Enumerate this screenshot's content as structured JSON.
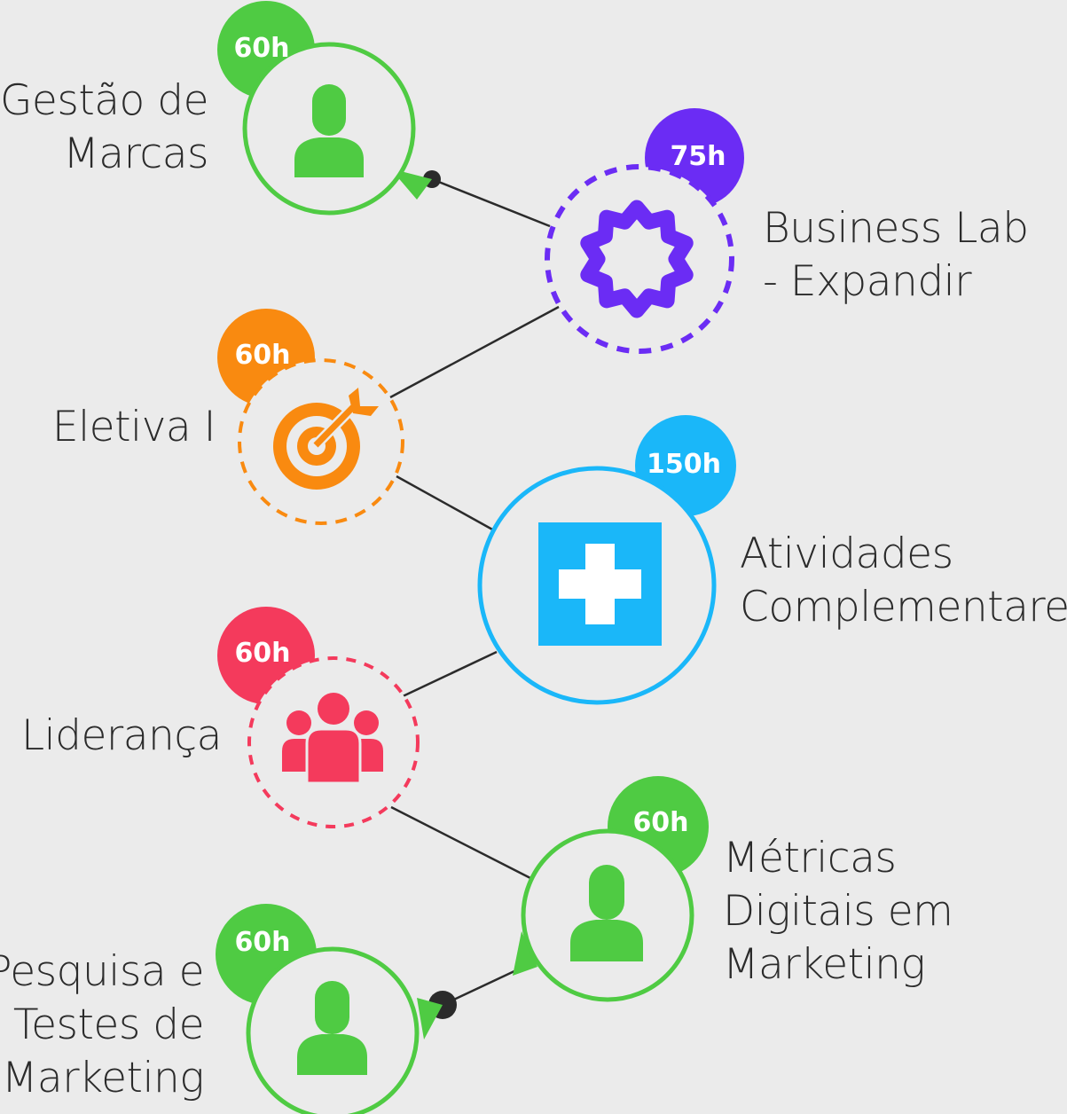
{
  "nodes": [
    {
      "id": "gestao-de-marcas",
      "label_lines": [
        "Gestão de",
        "Marcas"
      ],
      "hours": "60h",
      "color": "#4fcb43",
      "icon": "person-icon"
    },
    {
      "id": "business-lab",
      "label_lines": [
        "Business Lab",
        "- Expandir"
      ],
      "hours": "75h",
      "color": "#6b2cf4",
      "icon": "badge-star-icon"
    },
    {
      "id": "eletiva-i",
      "label_lines": [
        "Eletiva I"
      ],
      "hours": "60h",
      "color": "#f98a10",
      "icon": "target-icon"
    },
    {
      "id": "atividades-complementares",
      "label_lines": [
        "Atividades",
        "Complementares"
      ],
      "hours": "150h",
      "color": "#1ab7f9",
      "icon": "plus-square-icon"
    },
    {
      "id": "lideranca",
      "label_lines": [
        "Liderança"
      ],
      "hours": "60h",
      "color": "#f43a5c",
      "icon": "group-icon"
    },
    {
      "id": "metricas-digitais",
      "label_lines": [
        "Métricas",
        "Digitais em",
        "Marketing"
      ],
      "hours": "60h",
      "color": "#4fcb43",
      "icon": "person-icon"
    },
    {
      "id": "pesquisa-e-testes",
      "label_lines": [
        "Pesquisa e",
        "Testes de",
        "Marketing"
      ],
      "hours": "60h",
      "color": "#4fcb43",
      "icon": "person-icon"
    }
  ],
  "connector_color": "#2b2b2b",
  "background_color": "#ebebeb"
}
